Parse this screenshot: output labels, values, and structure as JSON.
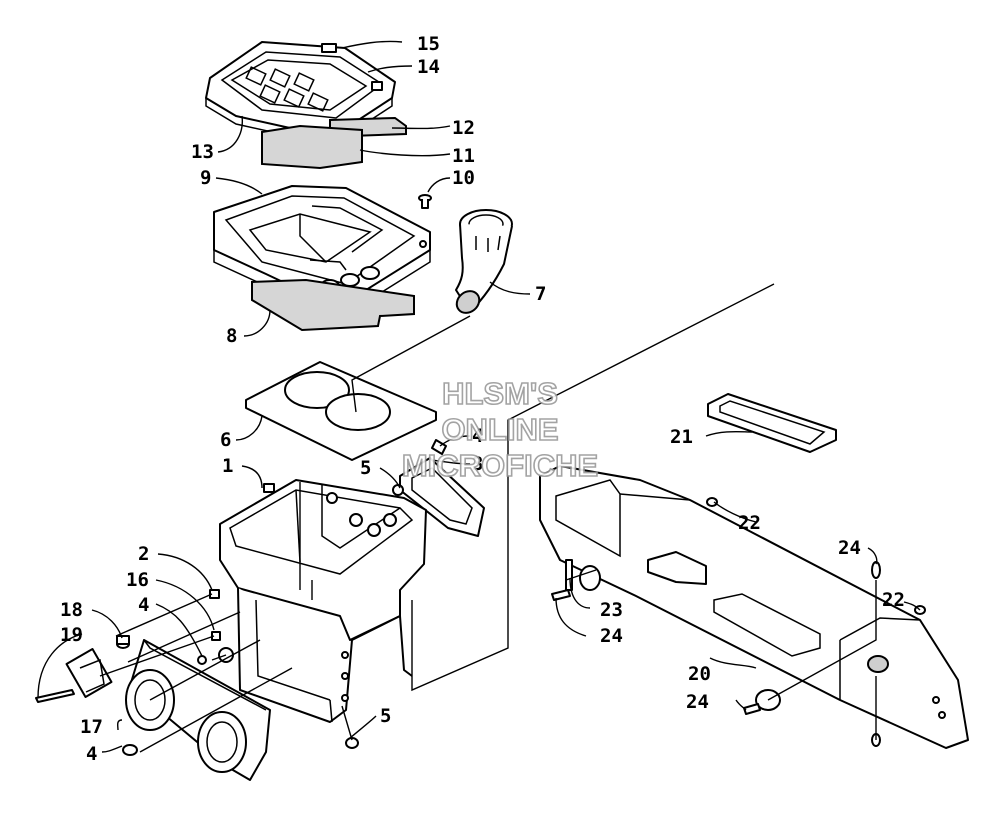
{
  "callouts": {
    "c15": "15",
    "c14": "14",
    "c12": "12",
    "c13": "13",
    "c11": "11",
    "c9": "9",
    "c10": "10",
    "c7": "7",
    "c8": "8",
    "c6": "6",
    "c4a": "4",
    "c3": "3",
    "c5a": "5",
    "c1": "1",
    "c21": "21",
    "c22a": "22",
    "c24a": "24",
    "c2": "2",
    "c16": "16",
    "c4b": "4",
    "c18": "18",
    "c19": "19",
    "c23": "23",
    "c24b": "24",
    "c22b": "22",
    "c20": "20",
    "c24c": "24",
    "c17": "17",
    "c4c": "4",
    "c5b": "5"
  },
  "watermark": {
    "line1": "HLSM'S",
    "line2": "ONLINE",
    "line3": "MICROFICHE"
  }
}
